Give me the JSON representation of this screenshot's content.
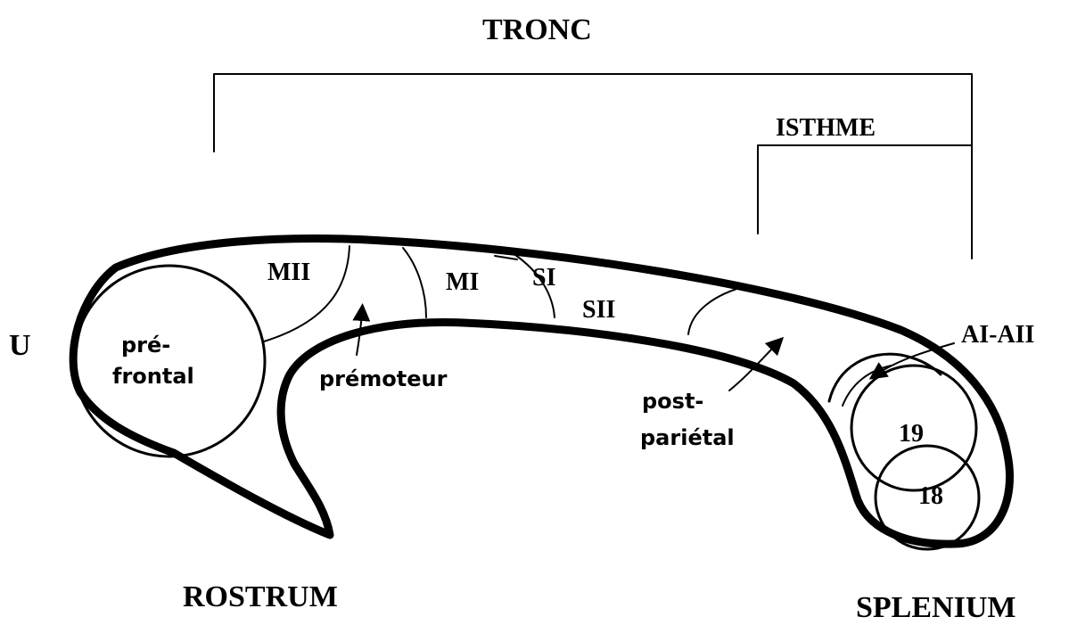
{
  "labels": {
    "tronc": "TRONC",
    "isthme": "ISTHME",
    "u": "U",
    "rostrum": "ROSTRUM",
    "splenium": "SPLENIUM"
  },
  "regions": {
    "mii": "MII",
    "mi": "MI",
    "si": "SI",
    "sii": "SII",
    "prefrontal_line1": "pré-",
    "prefrontal_line2": "frontal",
    "premoteur": "prémoteur",
    "postparietal_line1": "post-",
    "postparietal_line2": "pariétal",
    "ai_aii": "AI-AII",
    "area_19": "19",
    "area_18": "18"
  }
}
